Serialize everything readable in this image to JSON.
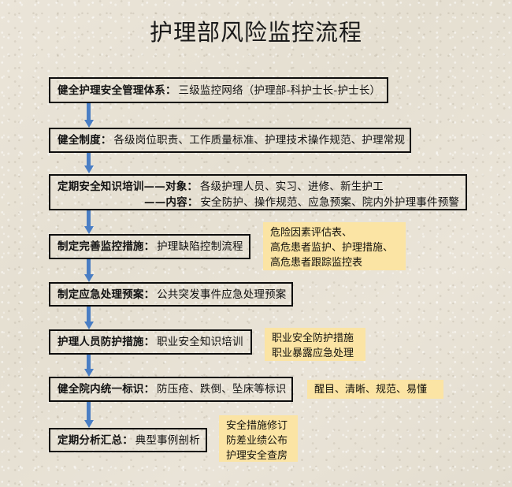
{
  "title": "护理部风险监控流程",
  "theme": {
    "background": "#e7e1d4",
    "arrow_color": "#4a7ec4",
    "note_background": "#fbe4a4",
    "box_border": "#0d0d0d",
    "text_color": "#121212"
  },
  "nodes": [
    {
      "id": "node-1",
      "name": "health-management-system",
      "lead": "健全护理安全管理体系",
      "sep": "：",
      "rest": "三级监控网络（护理部-科护士长-护士长）"
    },
    {
      "id": "node-2",
      "name": "institutional-system",
      "lead": "健全制度",
      "sep": "：",
      "rest": "各级岗位职责、工作质量标准、护理技术操作规范、护理常规"
    },
    {
      "id": "node-3",
      "name": "safety-training",
      "line1": "定期安全知识培训——对象：各级护理人员、实习、进修、新生护工",
      "line1_lead": "定期安全知识培训——对象",
      "line1_sep": "：",
      "line1_rest": "各级护理人员、实习、进修、新生护工",
      "line2_lead": "——内容",
      "line2_sep": "：",
      "line2_rest": "安全防护、操作规范、应急预案、院内外护理事件预警"
    },
    {
      "id": "node-4",
      "name": "monitoring-measures",
      "lead": "制定完善监控措施",
      "sep": "：",
      "rest": "护理缺陷控制流程"
    },
    {
      "id": "node-5",
      "name": "emergency-plan",
      "lead": "制定应急处理预案",
      "sep": "：",
      "rest": "公共突发事件应急处理预案"
    },
    {
      "id": "node-6",
      "name": "staff-protection-measures",
      "lead": "护理人员防护措施",
      "sep": "：",
      "rest": "职业安全知识培训"
    },
    {
      "id": "node-7",
      "name": "hospital-unified-signage",
      "lead": "健全院内统一标识",
      "sep": "：",
      "rest": "防压疮、跌倒、坠床等标识"
    },
    {
      "id": "node-8",
      "name": "periodic-analysis-summary",
      "lead": "定期分析汇总",
      "sep": "：",
      "rest": "典型事例剖析"
    }
  ],
  "notes": [
    {
      "id": "note-1",
      "name": "risk-assessment-forms-note",
      "lines": [
        "危险因素评估表、",
        "高危患者监护、护理措施、",
        "高危患者跟踪监控表"
      ]
    },
    {
      "id": "note-2",
      "name": "occupational-safety-note",
      "lines": [
        "职业安全防护措施",
        "职业暴露应急处理"
      ]
    },
    {
      "id": "note-3",
      "name": "signage-quality-note",
      "lines": [
        "醒目、清晰、规范、易懂"
      ]
    },
    {
      "id": "note-4",
      "name": "analysis-actions-note",
      "lines": [
        "安全措施修订",
        "防差业绩公布",
        "护理安全查房"
      ]
    }
  ],
  "arrows": [
    {
      "id": "arrow-1",
      "name": "arrow-node1-node2"
    },
    {
      "id": "arrow-2",
      "name": "arrow-node2-node3"
    },
    {
      "id": "arrow-3",
      "name": "arrow-node3-node4"
    },
    {
      "id": "arrow-4",
      "name": "arrow-node4-node5"
    },
    {
      "id": "arrow-5",
      "name": "arrow-node5-node6"
    },
    {
      "id": "arrow-6",
      "name": "arrow-node6-node7"
    },
    {
      "id": "arrow-7",
      "name": "arrow-node7-node8"
    }
  ]
}
